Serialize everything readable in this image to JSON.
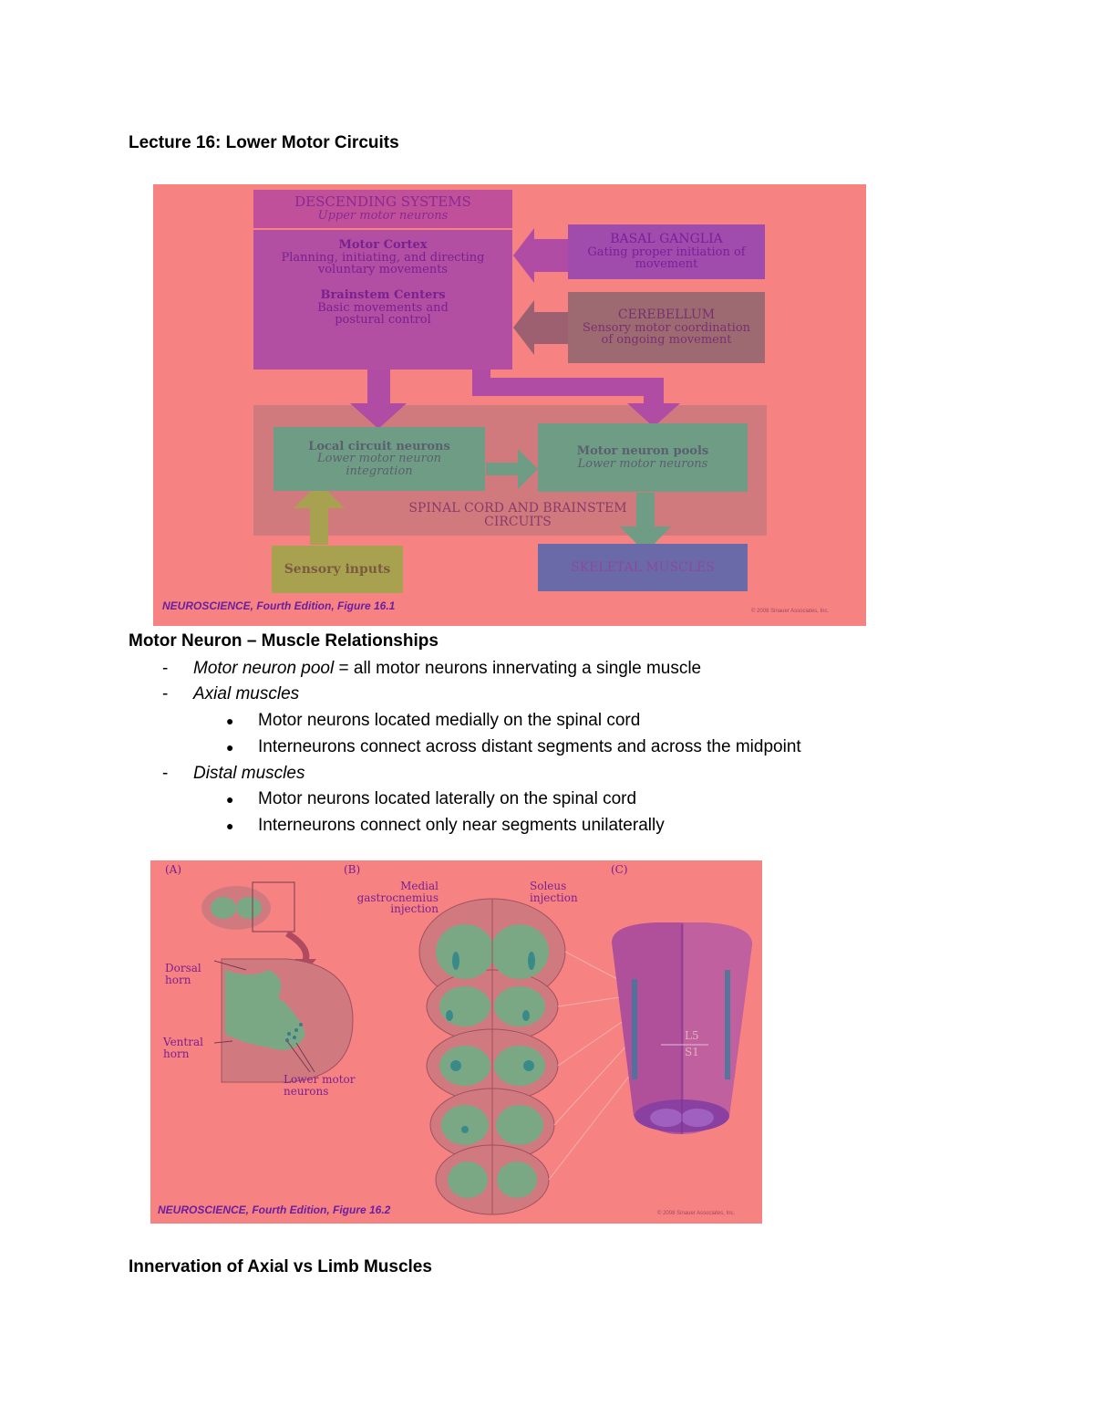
{
  "title": "Lecture 16: Lower Motor Circuits",
  "figure1": {
    "descending_title": "DESCENDING SYSTEMS",
    "descending_sub": "Upper motor neurons",
    "motor_cortex_title": "Motor Cortex",
    "motor_cortex_desc": "Planning, initiating, and directing voluntary movements",
    "brainstem_title": "Brainstem Centers",
    "brainstem_desc": "Basic movements and postural control",
    "basal_title": "BASAL GANGLIA",
    "basal_desc": "Gating proper initiation of movement",
    "cerebellum_title": "CEREBELLUM",
    "cerebellum_desc": "Sensory motor coordination of ongoing movement",
    "local_title": "Local circuit neurons",
    "local_desc": "Lower motor neuron integration",
    "pools_title": "Motor neuron pools",
    "pools_desc": "Lower motor neurons",
    "spinal_label": "SPINAL CORD AND BRAINSTEM CIRCUITS",
    "sensory": "Sensory inputs",
    "skeletal": "SKELETAL MUSCLES",
    "caption": "NEUROSCIENCE, Fourth Edition, Figure 16.1",
    "copyright": "© 2008 Sinauer Associates, Inc."
  },
  "section1": {
    "heading": "Motor Neuron – Muscle Relationships",
    "items": [
      {
        "term": "Motor neuron pool",
        "rest": " = all motor neurons innervating a single muscle"
      },
      {
        "term": "Axial muscles",
        "rest": ""
      },
      {
        "term": "Distal muscles",
        "rest": ""
      }
    ],
    "axial_bullets": [
      "Motor neurons located medially on the spinal cord",
      "Interneurons connect across distant segments and across the midpoint"
    ],
    "distal_bullets": [
      "Motor neurons located laterally on the spinal cord",
      "Interneurons connect only near segments unilaterally"
    ]
  },
  "figure2": {
    "panel_a": "(A)",
    "panel_b": "(B)",
    "panel_c": "(C)",
    "dorsal_horn": "Dorsal horn",
    "ventral_horn": "Ventral horn",
    "lower_motor": "Lower motor neurons",
    "medial_gastro": "Medial gastrocnemius injection",
    "soleus": "Soleus injection",
    "l5": "L5",
    "s1": "S1",
    "caption": "NEUROSCIENCE, Fourth Edition, Figure 16.2",
    "copyright": "© 2008 Sinauer Associates, Inc."
  },
  "section2": {
    "heading": "Innervation of Axial vs Limb Muscles"
  },
  "colors": {
    "figure_bg": "#f78282",
    "descending": "#c0509a",
    "basal_ganglia": "#a04cac",
    "cerebellum": "#9c6a70",
    "local_circuit": "#6f9c84",
    "sensory": "#a8a250",
    "skeletal": "#6a6aa8",
    "grey_matter": "#7aa884"
  }
}
